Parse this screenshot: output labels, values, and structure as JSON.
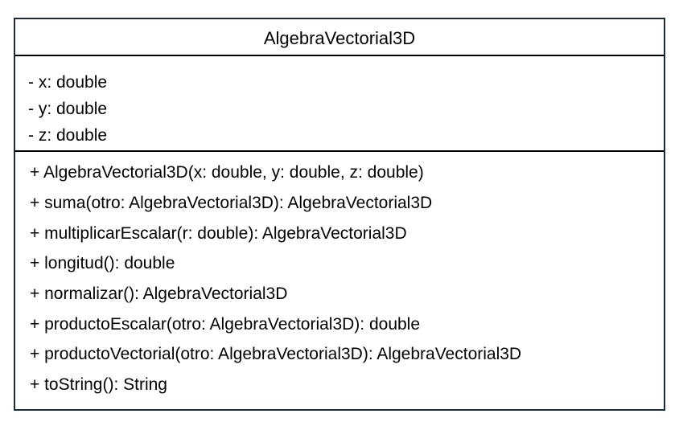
{
  "class_name": "AlgebraVectorial3D",
  "attributes": [
    "- x: double",
    "- y: double",
    "- z: double"
  ],
  "methods": [
    "+ AlgebraVectorial3D(x: double, y: double, z: double)",
    "+ suma(otro: AlgebraVectorial3D): AlgebraVectorial3D",
    "+ multiplicarEscalar(r: double): AlgebraVectorial3D",
    "+ longitud(): double",
    "+ normalizar(): AlgebraVectorial3D",
    "+ productoEscalar(otro: AlgebraVectorial3D): double",
    "+ productoVectorial(otro: AlgebraVectorial3D): AlgebraVectorial3D",
    "+ toString(): String"
  ],
  "colors": {
    "border": "#1b2a38",
    "text": "#000000",
    "background": "#ffffff"
  }
}
